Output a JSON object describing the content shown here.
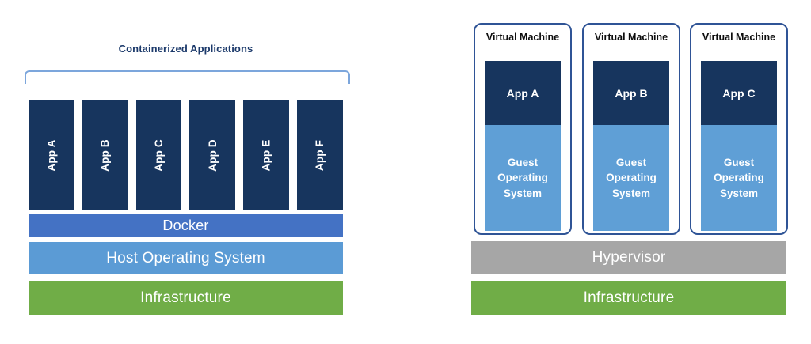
{
  "diagram": {
    "left": {
      "title": "Containerized Applications",
      "apps": [
        "App A",
        "App B",
        "App C",
        "App D",
        "App E",
        "App F"
      ],
      "layers": [
        {
          "label": "Docker",
          "color": "#4472C4"
        },
        {
          "label": "Host Operating System",
          "color": "#5B9BD5"
        },
        {
          "label": "Infrastructure",
          "color": "#70AD47"
        }
      ]
    },
    "right": {
      "vms": [
        {
          "title": "Virtual Machine",
          "app": "App A",
          "os": "Guest Operating System"
        },
        {
          "title": "Virtual Machine",
          "app": "App B",
          "os": "Guest Operating System"
        },
        {
          "title": "Virtual Machine",
          "app": "App C",
          "os": "Guest Operating System"
        }
      ],
      "layers": [
        {
          "label": "Hypervisor",
          "color": "#A6A6A6"
        },
        {
          "label": "Infrastructure",
          "color": "#70AD47"
        }
      ]
    },
    "colors": {
      "app_box": "#17355E",
      "guest_os_box": "#5F9FD6",
      "vm_border": "#2F5496",
      "bracket_line": "#7CA6DC",
      "title_text": "#1C3A6B",
      "background": "#FFFFFF"
    }
  }
}
